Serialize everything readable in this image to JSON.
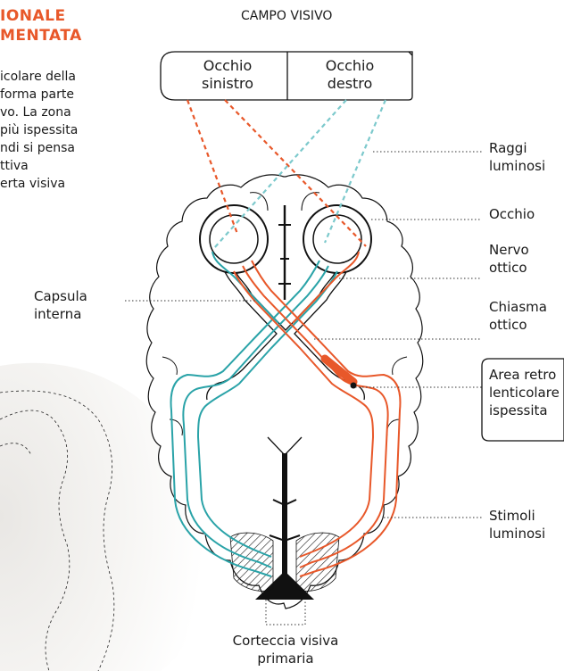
{
  "header": {
    "line1": "IONALE",
    "line2": "MENTATA"
  },
  "intro": {
    "lines": [
      "icolare della",
      "forma parte",
      "vo. La zona",
      "più ispessita",
      "ndi si pensa",
      "ttiva",
      "erta visiva"
    ]
  },
  "visual_field": {
    "title": "CAMPO VISIVO",
    "left_eye": [
      "Occhio",
      "sinistro"
    ],
    "right_eye": [
      "Occhio",
      "destro"
    ]
  },
  "labels": {
    "capsula": [
      "Capsula",
      "interna"
    ],
    "raggi": [
      "Raggi",
      "luminosi"
    ],
    "occhio": "Occhio",
    "nervo": [
      "Nervo",
      "ottico"
    ],
    "chiasma": [
      "Chiasma",
      "ottico"
    ],
    "area": [
      "Area retro",
      "lenticolare",
      "ispessita"
    ],
    "stimoli": [
      "Stimoli",
      "luminosi"
    ],
    "corteccia": [
      "Corteccia visiva",
      "primaria"
    ]
  },
  "colors": {
    "orange": "#e8582a",
    "teal": "#2aa3a8",
    "teal_dashed": "#7cc9cc",
    "outline": "#111111"
  }
}
